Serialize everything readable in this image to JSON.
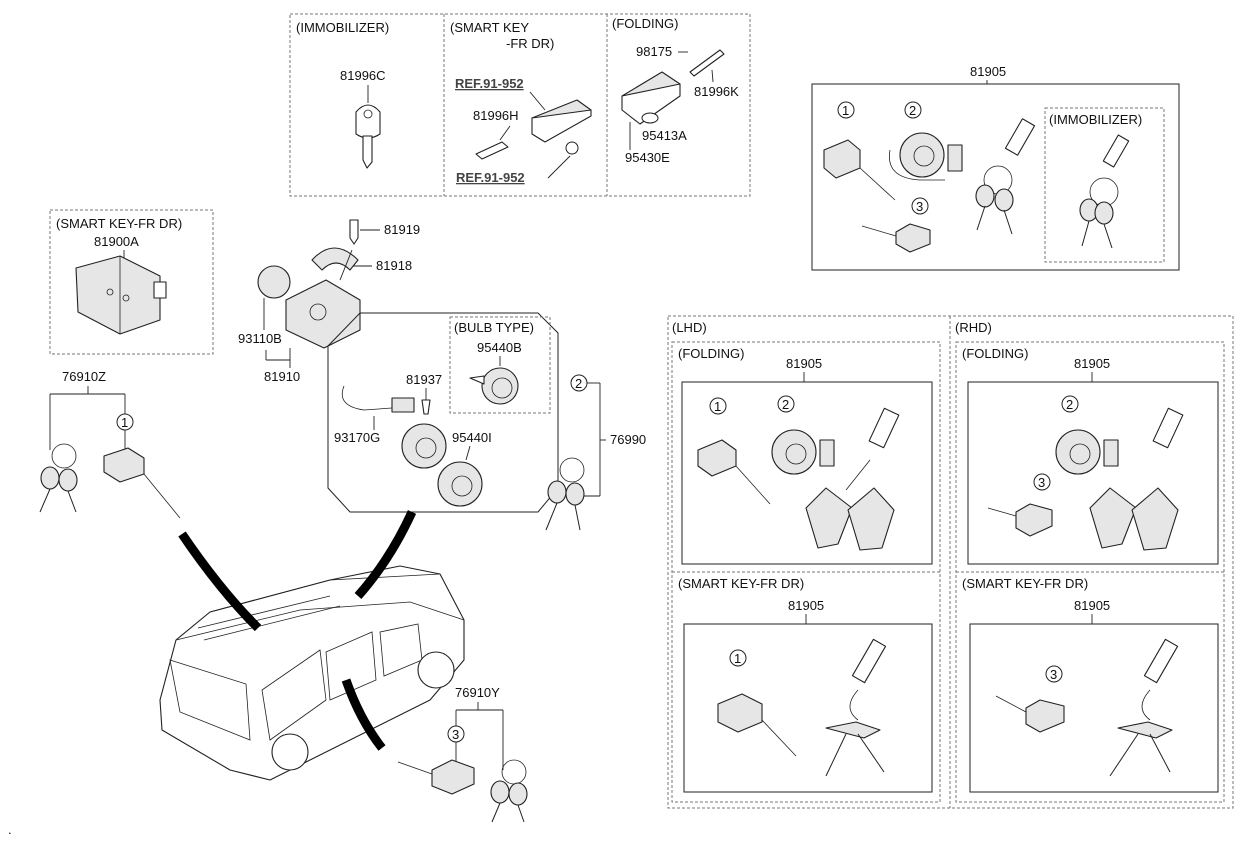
{
  "section_labels": {
    "immobilizer_top": "(IMMOBILIZER)",
    "smart_key_top_l1": "(SMART KEY",
    "smart_key_top_l2": "-FR DR)",
    "folding_top": "(FOLDING)",
    "immobilizer_right": "(IMMOBILIZER)",
    "smart_key_left": "(SMART KEY-FR DR)",
    "bulb_type": "(BULB TYPE)",
    "lhd": "(LHD)",
    "rhd": "(RHD)",
    "lhd_folding": "(FOLDING)",
    "rhd_folding": "(FOLDING)",
    "lhd_smart": "(SMART KEY-FR DR)",
    "rhd_smart": "(SMART KEY-FR DR)"
  },
  "refs": {
    "ref_upper": "REF.91-952",
    "ref_lower": "REF.91-952"
  },
  "part_numbers": {
    "p81996C": "81996C",
    "p81996H": "81996H",
    "p98175": "98175",
    "p81996K": "81996K",
    "p95413A": "95413A",
    "p95430E": "95430E",
    "p81905_top": "81905",
    "p81900A": "81900A",
    "p81919": "81919",
    "p81918": "81918",
    "p93110B": "93110B",
    "p81910": "81910",
    "p95440B": "95440B",
    "p81937": "81937",
    "p93170G": "93170G",
    "p95440I": "95440I",
    "p76990": "76990",
    "p76910Z": "76910Z",
    "p76910Y": "76910Y",
    "p81905_lhd_fold": "81905",
    "p81905_rhd_fold": "81905",
    "p81905_lhd_smart": "81905",
    "p81905_rhd_smart": "81905"
  },
  "callouts": {
    "one": "1",
    "two": "2",
    "three": "3"
  },
  "footer_mark": "."
}
